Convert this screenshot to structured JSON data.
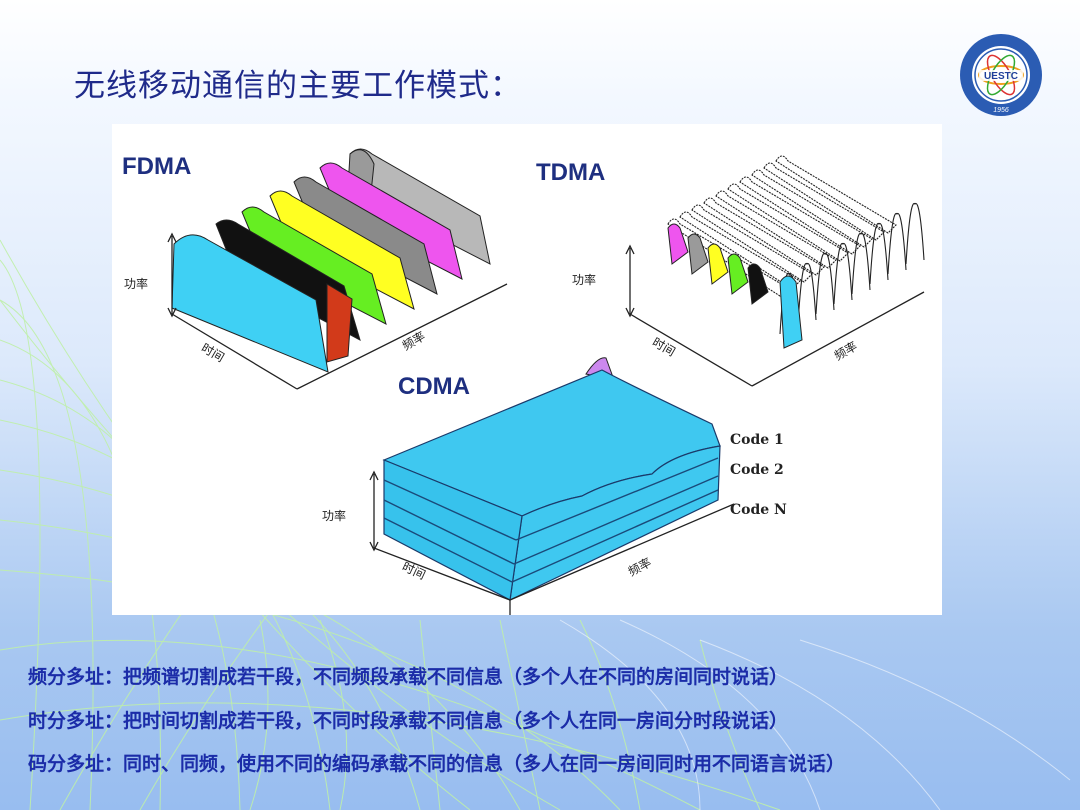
{
  "title": "无线移动通信的主要工作模式：",
  "logo": {
    "text": "UESTC",
    "year": "1956"
  },
  "diagrams": {
    "fdma": {
      "label": "FDMA",
      "axis_power": "功率",
      "axis_time": "时间",
      "axis_freq": "频率"
    },
    "tdma": {
      "label": "TDMA",
      "axis_power": "功率",
      "axis_time": "时间",
      "axis_freq": "频率"
    },
    "cdma": {
      "label": "CDMA",
      "axis_power": "功率",
      "axis_time": "时间",
      "axis_freq": "频率",
      "codes": [
        "Code 1",
        "Code 2",
        "Code N"
      ]
    }
  },
  "descriptions": [
    "频分多址：把频谱切割成若干段，不同频段承载不同信息（多个人在不同的房间同时说话）",
    "时分多址：把时间切割成若干段，不同时段承载不同信息（多个人在同一房间分时段说话）",
    "码分多址：同时、同频，使用不同的编码承载不同的信息（多人在同一房间同时用不同语言说话）"
  ],
  "colors": {
    "title": "#1f2a8a",
    "text": "#1b2ca8",
    "cyan": "#3fd0f4",
    "magenta": "#ee55ee",
    "yellow": "#ffff22",
    "green": "#66ee22",
    "gray": "#9a9a9a",
    "black": "#111111",
    "red": "#d23a1a"
  }
}
